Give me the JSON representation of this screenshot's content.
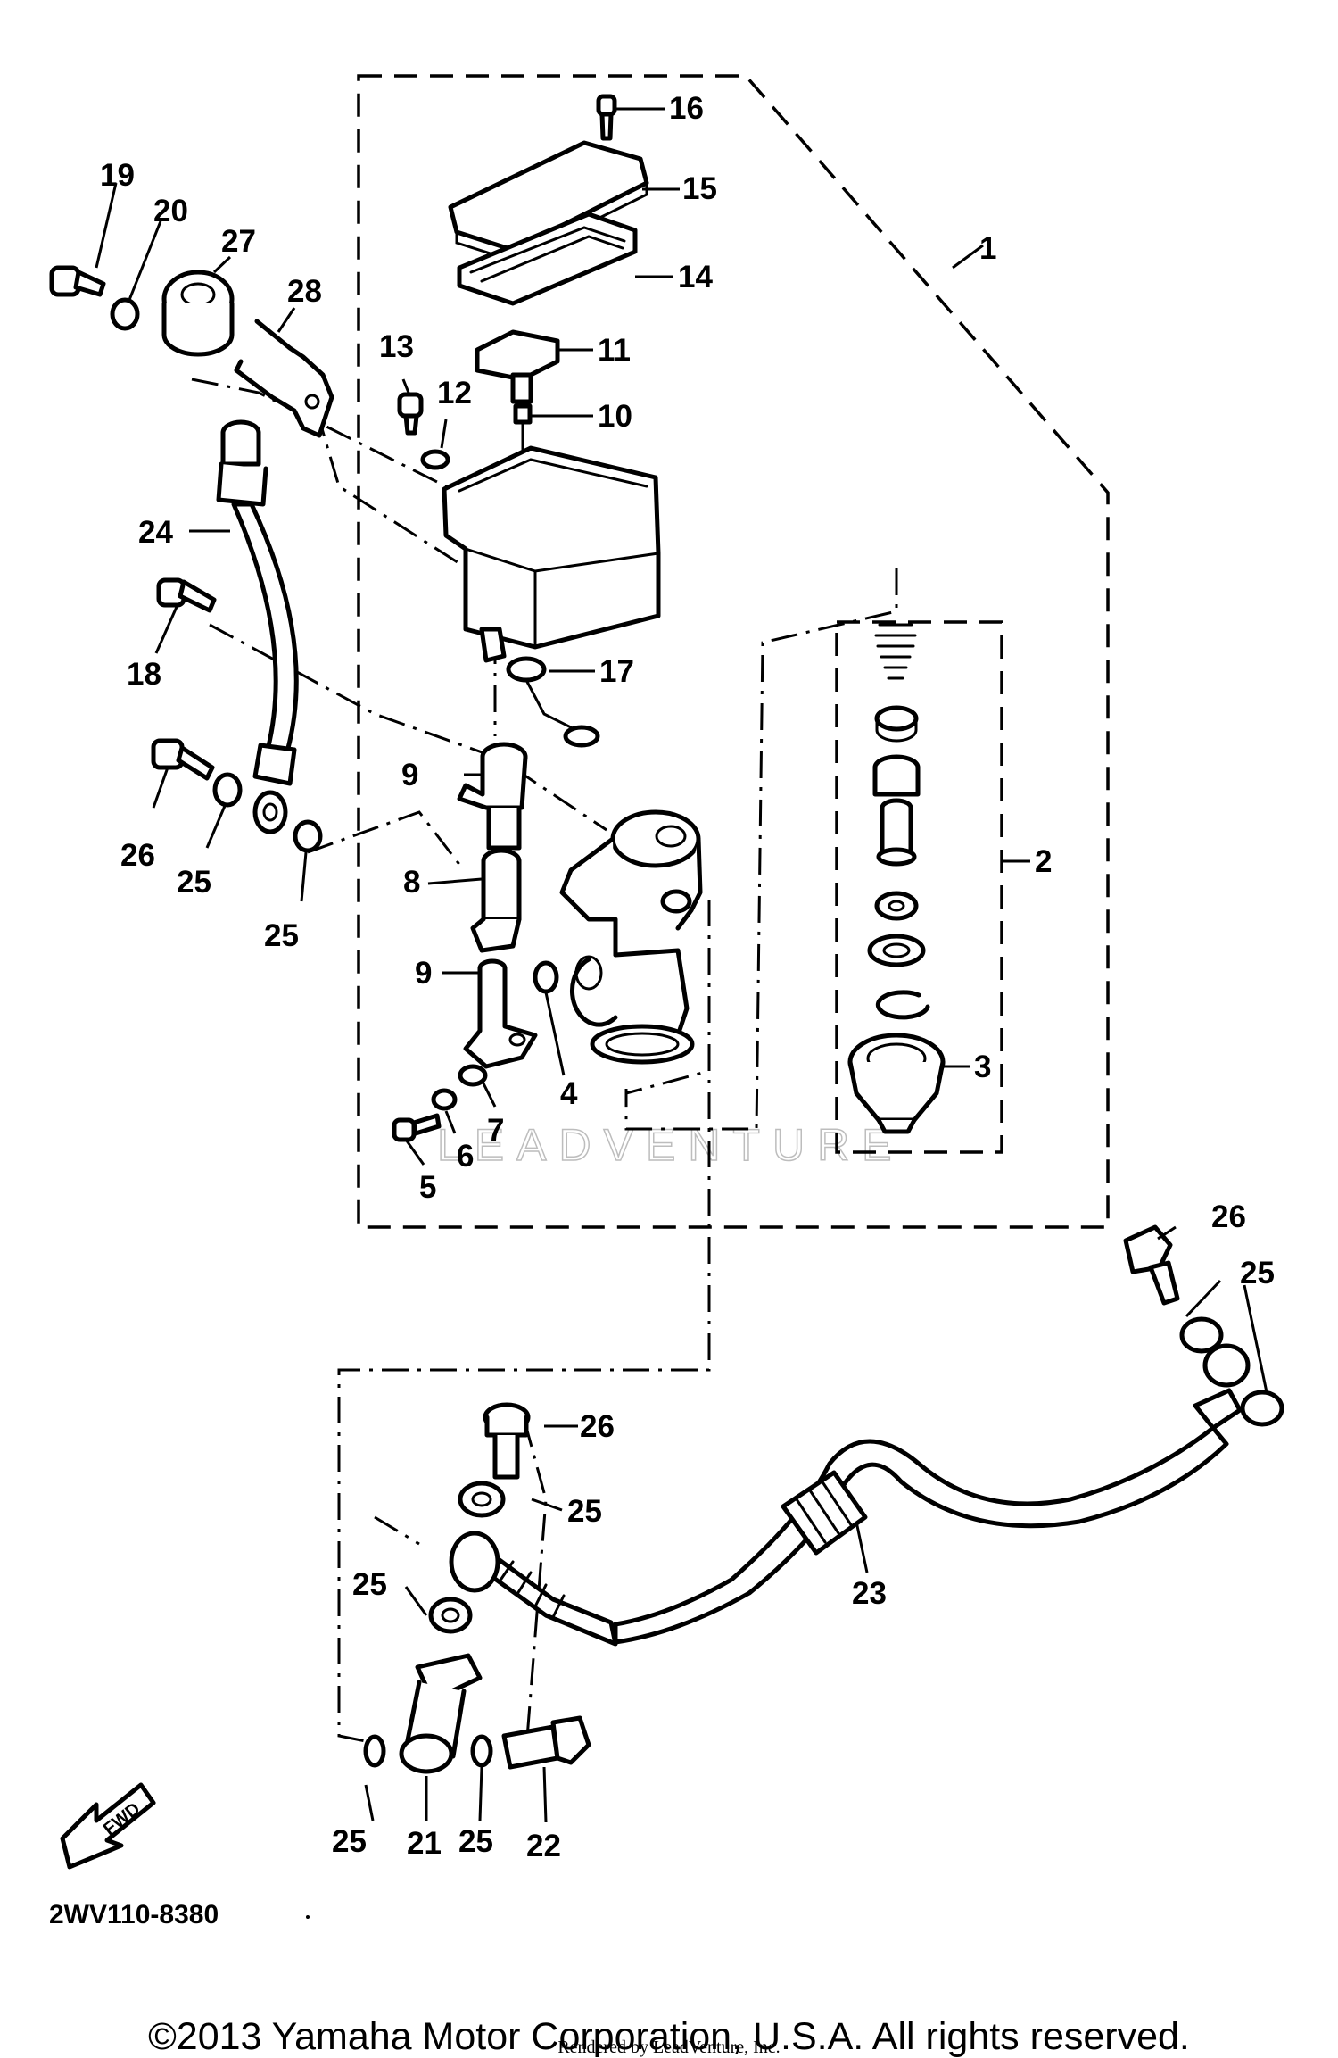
{
  "diagram": {
    "code": "2WV110-8380",
    "fwd_label": "FWD",
    "watermark": "LEADVENTURE",
    "callouts": {
      "c1": "1",
      "c2": "2",
      "c3": "3",
      "c4": "4",
      "c5": "5",
      "c6": "6",
      "c7": "7",
      "c8": "8",
      "c9a": "9",
      "c9b": "9",
      "c10": "10",
      "c11": "11",
      "c12": "12",
      "c13": "13",
      "c14": "14",
      "c15": "15",
      "c16": "16",
      "c17": "17",
      "c18": "18",
      "c19": "19",
      "c20": "20",
      "c21": "21",
      "c22": "22",
      "c23": "23",
      "c24": "24",
      "c25a": "25",
      "c25b": "25",
      "c25c": "25",
      "c25d": "25",
      "c25e": "25",
      "c25f": "25",
      "c25g": "25",
      "c26a": "26",
      "c26b": "26",
      "c26c": "26",
      "c27": "27",
      "c28": "28"
    }
  },
  "footer": {
    "copyright": "©2013 Yamaha Motor Corporation, U.S.A. All rights reserved.",
    "rendered_by": "Rendered by LeadVenture, Inc."
  }
}
